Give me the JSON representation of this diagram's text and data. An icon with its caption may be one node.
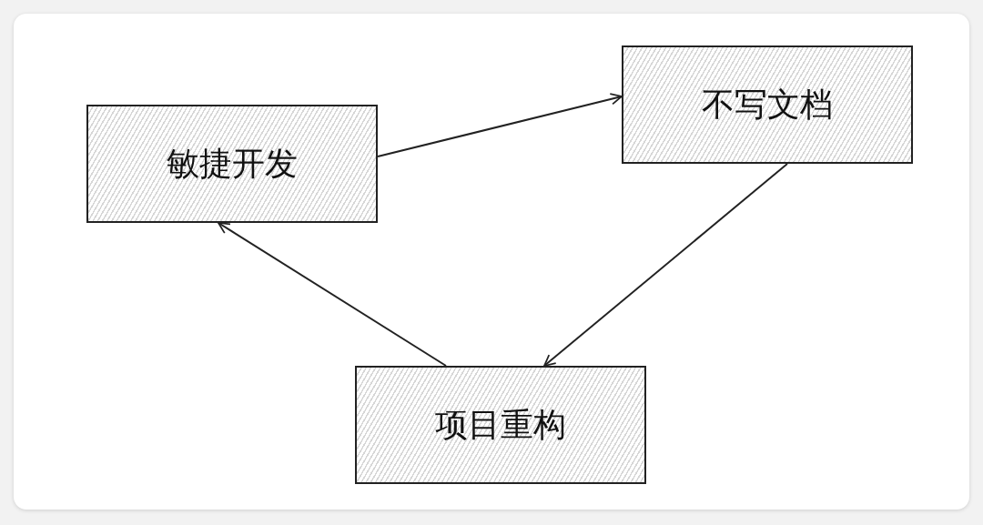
{
  "diagram": {
    "nodes": [
      {
        "text": [
          "敏捷开发"
        ]
      },
      {
        "text": [
          "不写文档"
        ]
      },
      {
        "text": [
          "项目重构"
        ]
      }
    ],
    "edges": [
      {
        "from": 0,
        "to": 1,
        "arrow": "to"
      },
      {
        "from": 1,
        "to": 2,
        "arrow": "to"
      },
      {
        "from": 2,
        "to": 0,
        "arrow": "to"
      }
    ]
  }
}
